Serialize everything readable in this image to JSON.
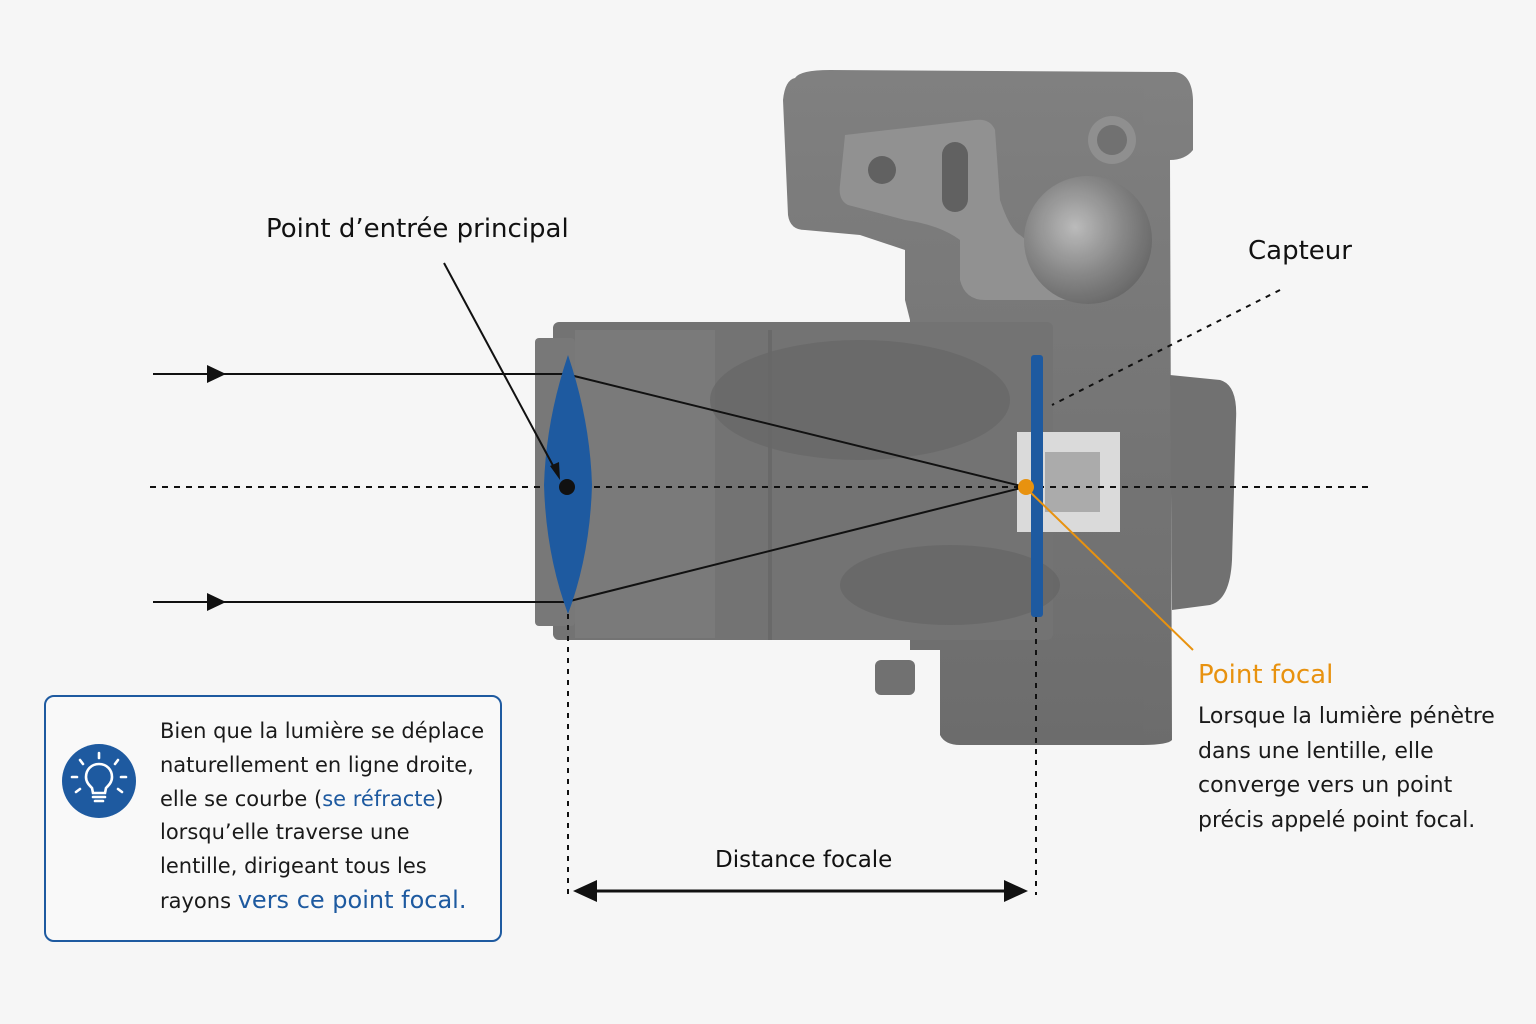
{
  "labels": {
    "entry_point": "Point d’entrée principal",
    "sensor": "Capteur",
    "focal_distance": "Distance focale"
  },
  "focal_point": {
    "title": "Point focal",
    "description": "Lorsque la lumière pénètre dans une lentille, elle converge vers un point précis appelé point focal."
  },
  "tip": {
    "icon": "lightbulb-icon",
    "text_before": "Bien que la lumière se déplace naturellement en ligne droite, elle se courbe (",
    "highlight": "se réfracte",
    "text_middle": ") lorsqu’elle traverse une lentille, dirigeant tous les rayons ",
    "highlight_end": "vers ce point focal."
  },
  "colors": {
    "accent_blue": "#1e5aa0",
    "focal_orange": "#e8920f",
    "camera_gray": "#6e6e6e",
    "background": "#f6f6f6"
  }
}
